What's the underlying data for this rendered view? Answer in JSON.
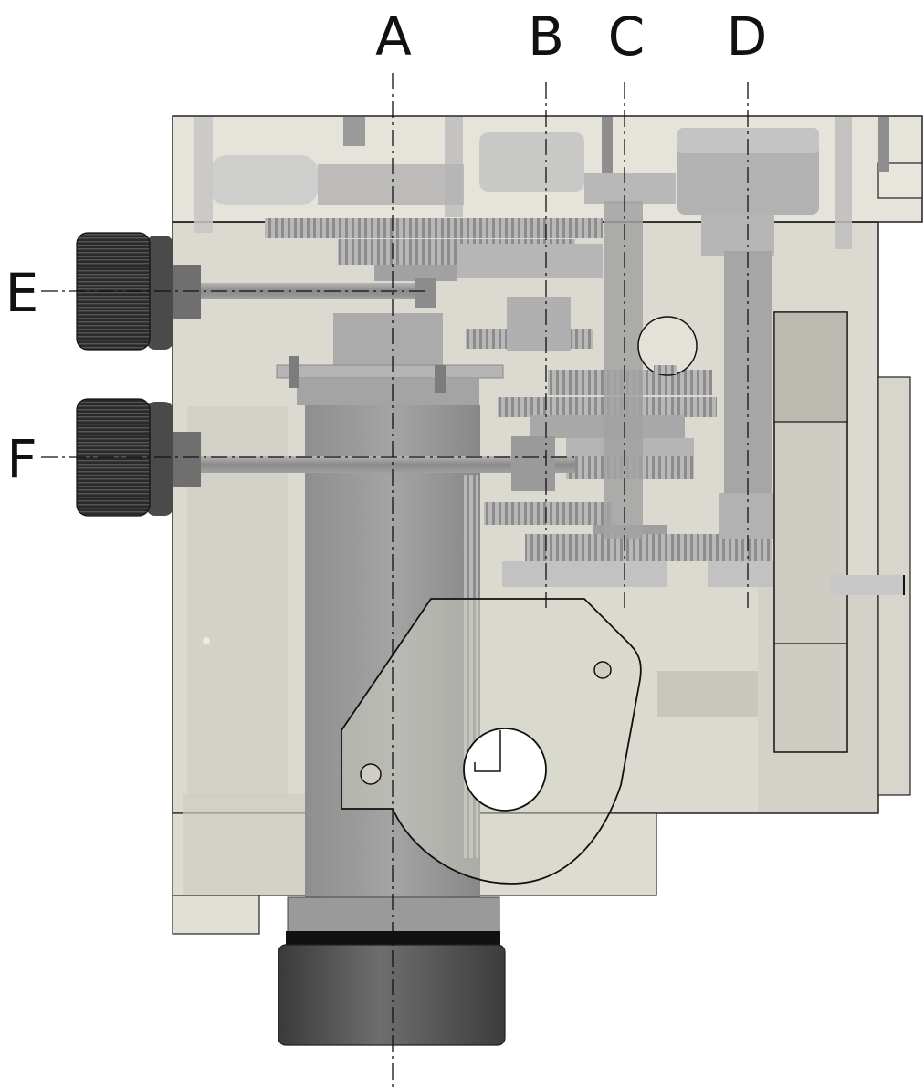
{
  "axes": [
    {
      "id": "A",
      "label": "A"
    },
    {
      "id": "B",
      "label": "B"
    },
    {
      "id": "C",
      "label": "C"
    },
    {
      "id": "D",
      "label": "D"
    },
    {
      "id": "E",
      "label": "E"
    },
    {
      "id": "F",
      "label": "F"
    }
  ],
  "colors": {
    "housing": "#dcdad0",
    "housing_light": "#e8e6dc",
    "housing_shadow": "#c8c6bc",
    "metal": "#a8a8a8",
    "metal_dark": "#7c7c7c",
    "knob": "#2a2a2a",
    "outline": "#111111",
    "background": "#ffffff"
  }
}
